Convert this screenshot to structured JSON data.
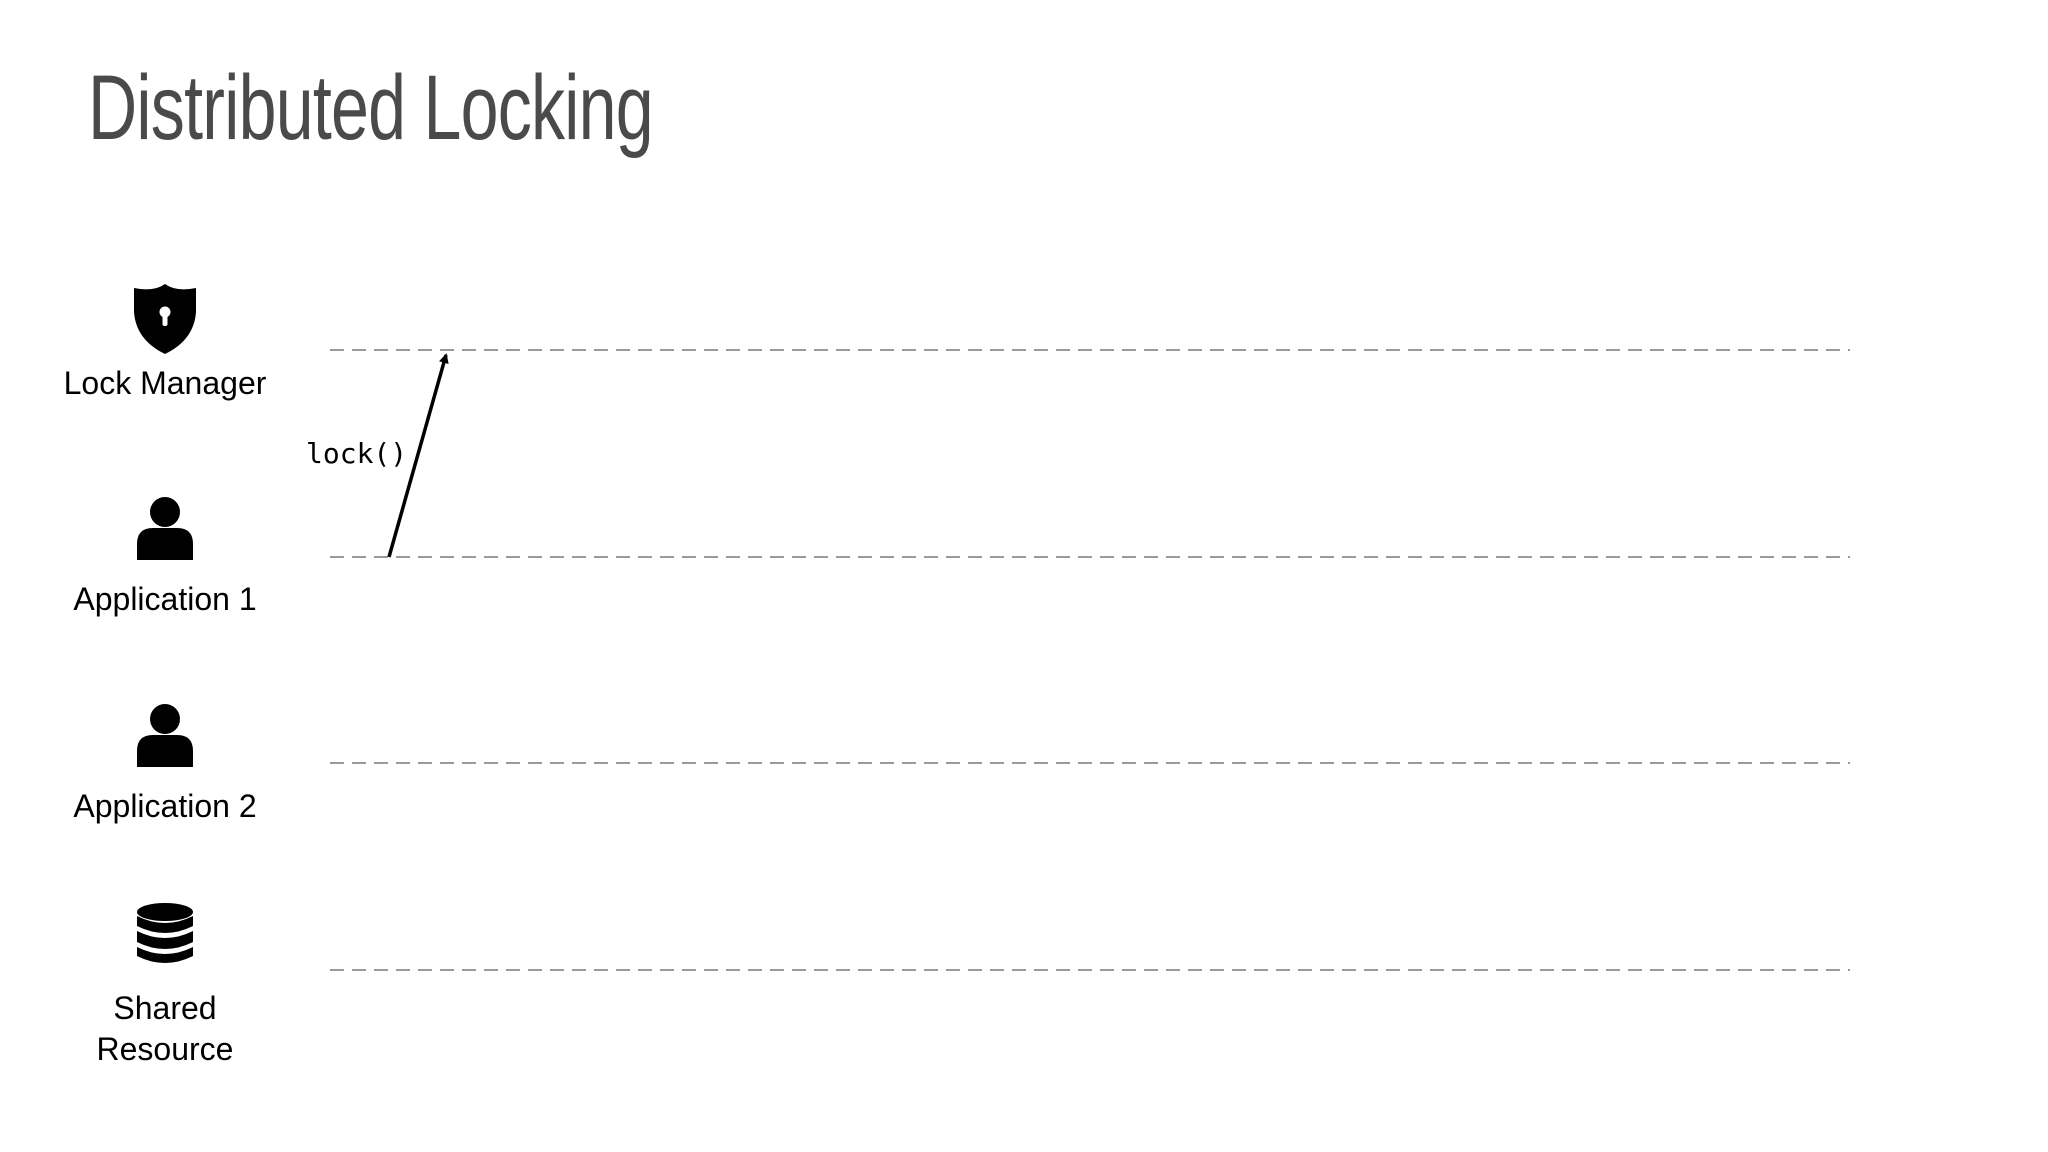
{
  "title": "Distributed Locking",
  "actors": [
    {
      "id": "lock-manager",
      "icon": "shield-keyhole-icon",
      "label_lines": [
        "Lock Manager"
      ]
    },
    {
      "id": "application-1",
      "icon": "user-icon",
      "label_lines": [
        "Application 1"
      ]
    },
    {
      "id": "application-2",
      "icon": "user-icon",
      "label_lines": [
        "Application 2"
      ]
    },
    {
      "id": "shared-resource",
      "icon": "database-icon",
      "label_lines": [
        "Shared",
        "Resource"
      ]
    }
  ],
  "messages": [
    {
      "label": "lock()",
      "from": "application-1",
      "to": "lock-manager"
    }
  ],
  "colors": {
    "title": "#4a4a4a",
    "timeline": "#9a9a9a",
    "icon": "#000000",
    "arrow": "#000000"
  }
}
